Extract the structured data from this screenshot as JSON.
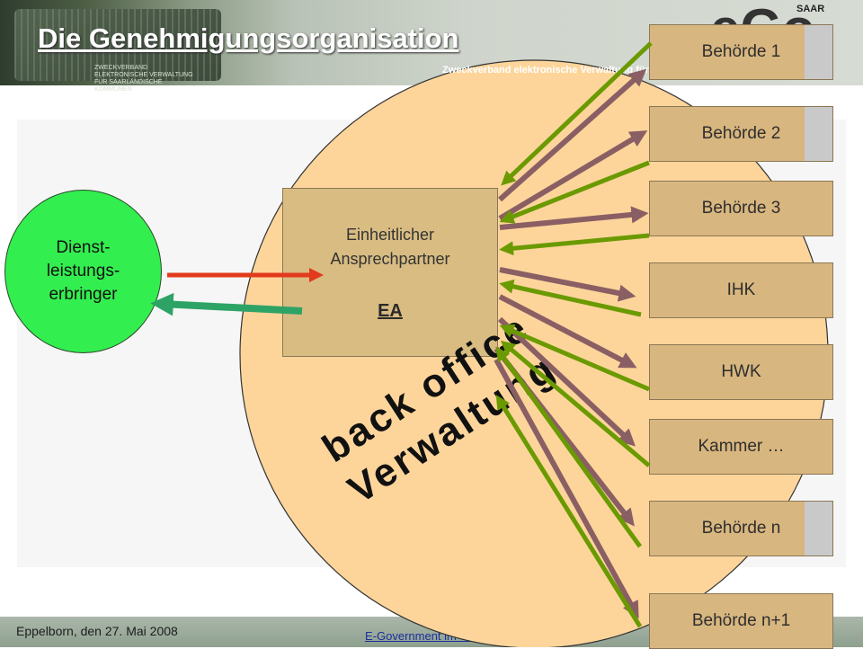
{
  "header": {
    "title": "Die Genehmigungsorganisation",
    "subtitle": "Zweckverband elektronische Verwaltung für saarländische Kommunen",
    "logo_word": "eGo",
    "logo_region": "SAAR",
    "chip_text": "ZWECKVERBAND ELEKTRONISCHE VERWALTUNG FÜR SAARLÄNDISCHE KOMMUNEN"
  },
  "diagram": {
    "provider": "Dienst-\nleistungs-\nerbringer",
    "contact_point": "Einheitlicher\nAnsprechpartner",
    "contact_point_code": "EA",
    "back_office": "back office\nVerwaltung",
    "authorities": [
      "Behörde 1",
      "Behörde 2",
      "Behörde 3",
      "IHK",
      "HWK",
      "Kammer …",
      "Behörde n",
      "Behörde n+1"
    ],
    "colors": {
      "circle": "#fdd59b",
      "provider": "#33ee4f",
      "request_arrow": "#e23a1c",
      "response_arrow": "#2ea366",
      "outgoing_arrow": "#8a5f64",
      "incoming_arrow": "#6a9a00"
    }
  },
  "footer": {
    "date": "Eppelborn, den 27. Mai 2008",
    "link": "E-Government im Saarland"
  }
}
